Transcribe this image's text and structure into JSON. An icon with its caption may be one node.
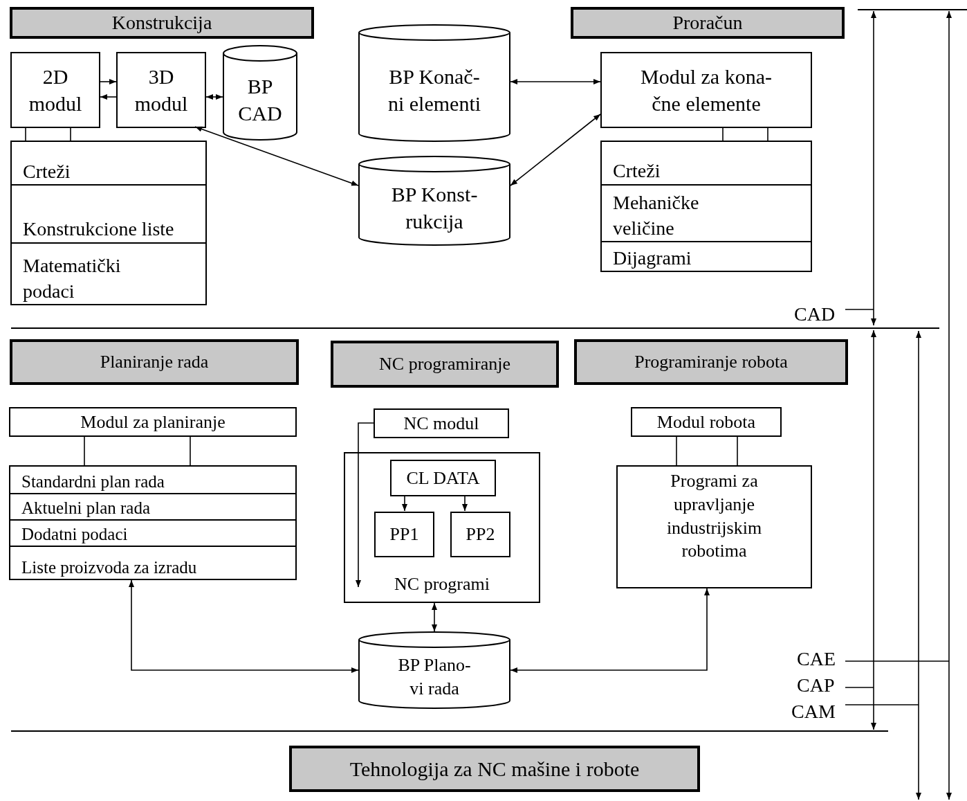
{
  "diagram": {
    "nodes": [
      {
        "text": [
          "Konstrukcija"
        ]
      },
      {
        "text": [
          "Proračun"
        ]
      },
      {
        "text": [
          "2D modul"
        ]
      },
      {
        "text": [
          "3D modul"
        ]
      },
      {
        "text": [
          "BP CAD"
        ]
      },
      {
        "text": [
          "BP Konač- ni elementi"
        ]
      },
      {
        "text": [
          "Modul za kona- čne elemente"
        ]
      },
      {
        "text": [
          "Crteži",
          "Konstrukcione liste",
          "Matematički podaci"
        ]
      },
      {
        "text": [
          "BP Konst- rukcija"
        ]
      },
      {
        "text": [
          "Crteži",
          "Mehaničke veličine",
          "Dijagrami"
        ]
      },
      {
        "text": [
          "Planiranje rada"
        ]
      },
      {
        "text": [
          "NC programiranje"
        ]
      },
      {
        "text": [
          "Programiranje robota"
        ]
      },
      {
        "text": [
          "Modul za planiranje"
        ]
      },
      {
        "text": [
          "Standardni plan rada",
          "Aktuelni plan rada",
          "Dodatni podaci",
          "Liste proizvoda za izradu"
        ]
      },
      {
        "text": [
          "NC modul"
        ]
      },
      {
        "text": [
          "NC programi"
        ]
      },
      {
        "text": [
          "CL DATA"
        ],
        "in": 16
      },
      {
        "text": [
          "PP1"
        ],
        "in": 16
      },
      {
        "text": [
          "PP2"
        ],
        "in": 16
      },
      {
        "text": [
          "Modul robota"
        ]
      },
      {
        "text": [
          "Programi za upravljanje industrijskim robotima"
        ]
      },
      {
        "text": [
          "BP Plano- vi rada"
        ]
      },
      {
        "text": [
          "Tehnologija za NC mašine i robote"
        ]
      }
    ],
    "edges": [
      {
        "from": 2,
        "to": 3,
        "arrow": "to"
      },
      {
        "from": 3,
        "to": 2,
        "arrow": "to"
      },
      {
        "from": 3,
        "to": 4,
        "arrow": "both"
      },
      {
        "from": 5,
        "to": 6,
        "arrow": "both"
      },
      {
        "from": 3,
        "to": 8,
        "arrow": "both"
      },
      {
        "from": 6,
        "to": 8,
        "arrow": "both"
      },
      {
        "from": 2,
        "to": 7,
        "arrow": "none"
      },
      {
        "from": 2,
        "to": 7,
        "arrow": "none"
      },
      {
        "from": 6,
        "to": 9,
        "arrow": "none"
      },
      {
        "from": 6,
        "to": 9,
        "arrow": "none"
      },
      {
        "from": 13,
        "to": 14,
        "arrow": "none"
      },
      {
        "from": 13,
        "to": 14,
        "arrow": "none"
      },
      {
        "from": 15,
        "to": 16,
        "arrow": "to"
      },
      {
        "from": 17,
        "to": 18,
        "arrow": "to"
      },
      {
        "from": 17,
        "to": 19,
        "arrow": "to"
      },
      {
        "from": 20,
        "to": 21,
        "arrow": "none"
      },
      {
        "from": 20,
        "to": 21,
        "arrow": "none"
      },
      {
        "from": 16,
        "to": 22,
        "arrow": "both"
      },
      {
        "from": 22,
        "to": 14,
        "arrow": "both"
      },
      {
        "from": 22,
        "to": 21,
        "arrow": "both"
      }
    ],
    "labels": [
      "CAD",
      "CAE",
      "CAP",
      "CAM"
    ]
  }
}
